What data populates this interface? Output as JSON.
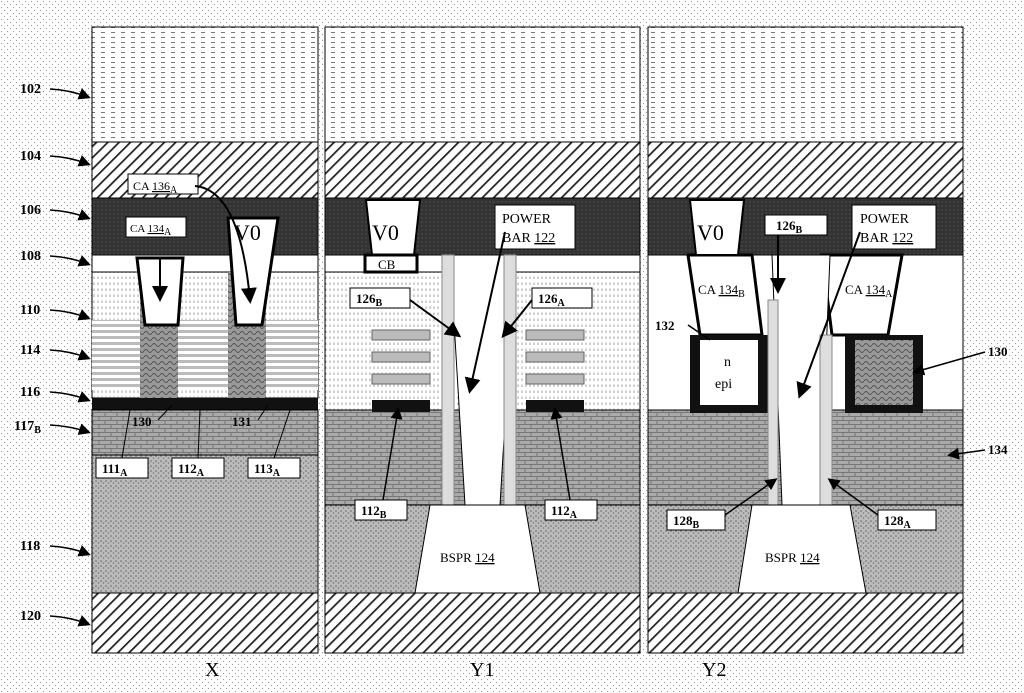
{
  "layer_labels": {
    "l102": "102",
    "l104": "104",
    "l106": "106",
    "l108": "108",
    "l110": "110",
    "l114": "114",
    "l116": "116",
    "l117": "117",
    "l117_sub": "B",
    "l118": "118",
    "l120": "120"
  },
  "panel_titles": {
    "x": "X",
    "y1": "Y1",
    "y2": "Y2"
  },
  "panel_x": {
    "ca136": "CA ",
    "ca136_num": "136",
    "ca136_sub": "A",
    "ca134": "CA ",
    "ca134_num": "134",
    "ca134_sub": "A",
    "v0": "V0",
    "n130": "130",
    "n131": "131",
    "n111": "111",
    "n111_sub": "A",
    "n112": "112",
    "n112_sub": "A",
    "n113": "113",
    "n113_sub": "A"
  },
  "panel_y1": {
    "v0": "V0",
    "cb": "CB",
    "power1": "POWER",
    "power2": "BAR ",
    "power2_num": "122",
    "n126b": "126",
    "n126b_sub": "B",
    "n126a": "126",
    "n126a_sub": "A",
    "n112b": "112",
    "n112b_sub": "B",
    "n112a": "112",
    "n112a_sub": "A",
    "bspr": "BSPR ",
    "bspr_num": "124"
  },
  "panel_y2": {
    "v0": "V0",
    "n126b": "126",
    "n126b_sub": "B",
    "power1": "POWER",
    "power2": "BAR ",
    "power2_num": "122",
    "ca134b": "CA ",
    "ca134b_num": "134",
    "ca134b_sub": "B",
    "ca134a": "CA ",
    "ca134a_num": "134",
    "ca134a_sub": "A",
    "n132": "132",
    "n": "n",
    "epi": "epi",
    "n130": "130",
    "n134": "134",
    "n128b": "128",
    "n128b_sub": "B",
    "n128a": "128",
    "n128a_sub": "A",
    "bspr": "BSPR ",
    "bspr_num": "124"
  }
}
